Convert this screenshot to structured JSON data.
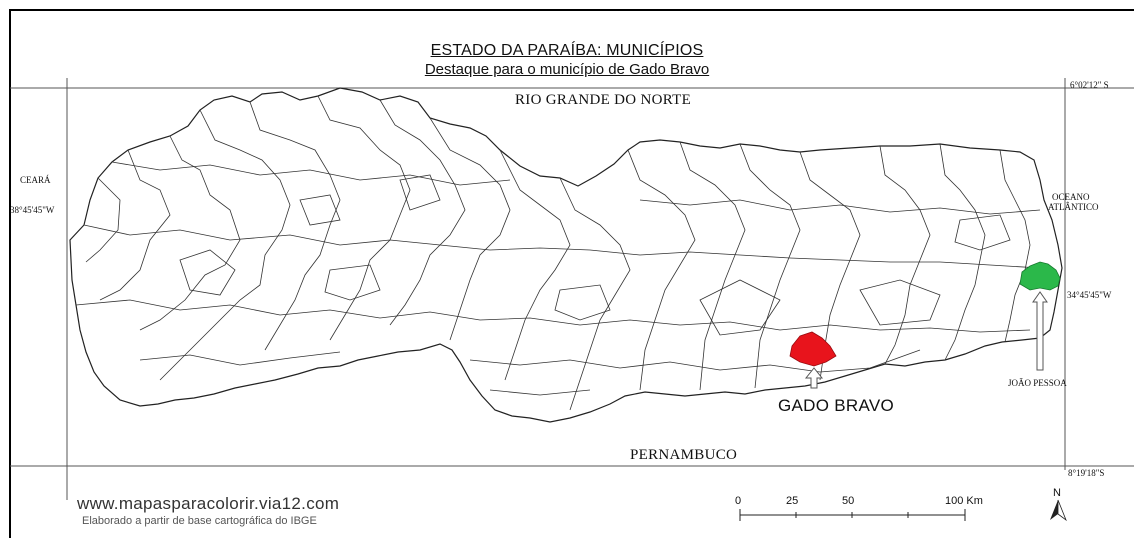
{
  "map": {
    "title": "ESTADO DA PARAÍBA: MUNICÍPIOS",
    "subtitle": "Destaque para o município de Gado Bravo",
    "neighbors": {
      "north": "RIO GRANDE DO NORTE",
      "south": "PERNAMBUCO",
      "west": "CEARÁ",
      "east_line1": "OCEANO",
      "east_line2": "ATLÂNTICO"
    },
    "coordinates": {
      "top_right": "6°02'12\" S",
      "bottom_right": "8°19'18\"S",
      "left": "38°45'45\"W",
      "right": "34°45'45\"W"
    },
    "highlights": [
      {
        "name": "GADO BRAVO",
        "color": "#e8141c"
      },
      {
        "name": "JOÃO PESSOA",
        "color": "#2bb84a"
      }
    ],
    "scale": {
      "ticks": [
        "0",
        "25",
        "50",
        "100 Km"
      ]
    },
    "north_arrow_label": "N",
    "credit": {
      "url": "www.mapasparacolorir.via12.com",
      "source": "Elaborado a partir de base cartográfica do IBGE"
    }
  }
}
